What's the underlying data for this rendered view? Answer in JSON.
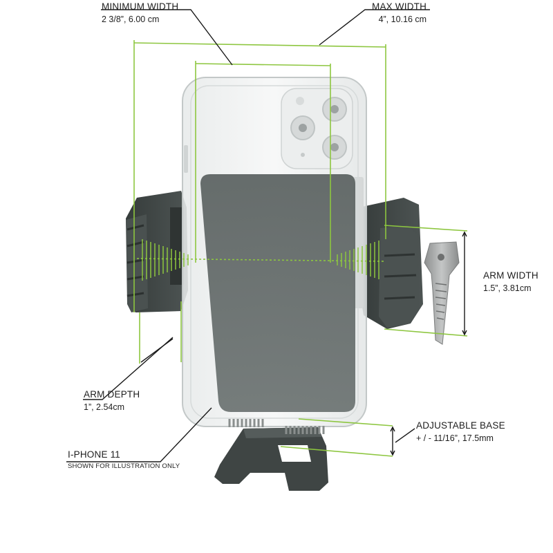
{
  "dimensions": {
    "minimum_width": {
      "label": "MINIMUM  WIDTH",
      "value": "2 3/8”, 6.00 cm"
    },
    "max_width": {
      "label": "MAX  WIDTH",
      "value": "4”, 10.16 cm"
    },
    "arm_width": {
      "label": "ARM WIDTH",
      "value": "1.5”,  3.81cm"
    },
    "arm_depth": {
      "label": "ARM DEPTH",
      "value": "1”,  2.54cm"
    },
    "adjustable_base": {
      "label": "ADJUSTABLE BASE",
      "value": "+ / - 11/16”, 17.5mm"
    }
  },
  "phone": {
    "label": "I-PHONE 11",
    "note": "SHOWN FOR ILLUSTRATION ONLY"
  },
  "colors": {
    "dimension_line": "#8dc63f",
    "leader_line": "#1a1a1a",
    "rubber_dark": "#3e4443",
    "rubber_mid": "#555c5b",
    "case_edge": "#c9cdcd",
    "text": "#1e1e1e",
    "background": "#ffffff"
  }
}
